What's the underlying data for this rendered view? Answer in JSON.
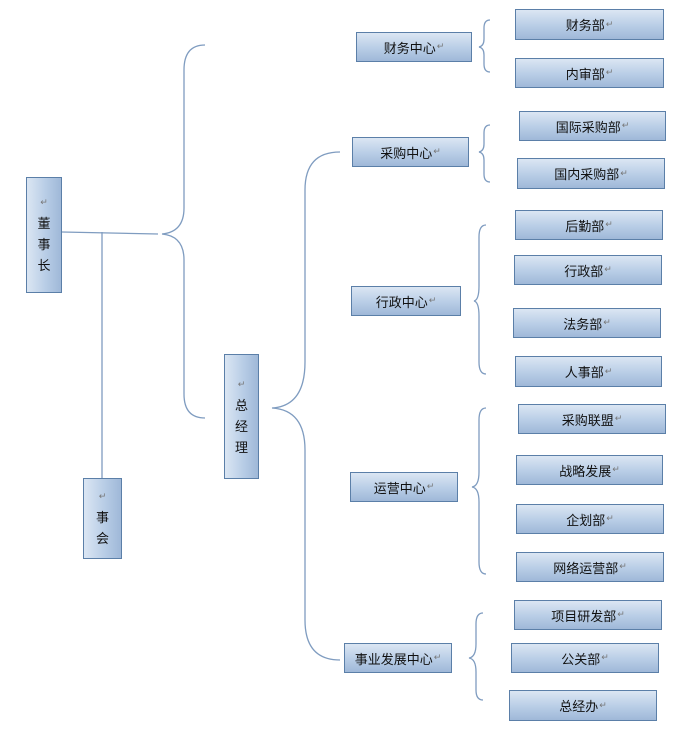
{
  "para_mark": "↵",
  "chairman": [
    "董",
    "事",
    "长"
  ],
  "board": [
    "事",
    "会"
  ],
  "gm": [
    "总",
    "经",
    "理"
  ],
  "centers": {
    "finance": "财务中心",
    "purchase": "采购中心",
    "admin": "行政中心",
    "ops": "运营中心",
    "bizdev": "事业发展中心"
  },
  "depts": {
    "finance_dept": "财务部",
    "audit_dept": "内审部",
    "intl_purchase": "国际采购部",
    "domestic_purchase": "国内采购部",
    "logistics": "后勤部",
    "admin_dept": "行政部",
    "legal": "法务部",
    "hr": "人事部",
    "purchase_alliance": "采购联盟",
    "strategy": "战略发展",
    "planning": "企划部",
    "network_ops": "网络运营部",
    "project_rd": "项目研发部",
    "pr": "公关部",
    "gm_office": "总经办"
  }
}
